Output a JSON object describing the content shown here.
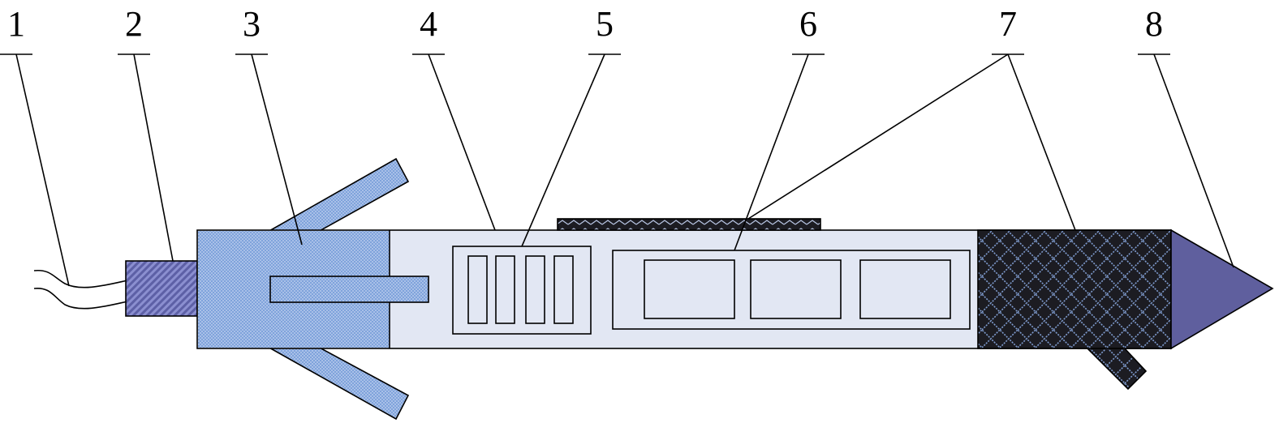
{
  "diagram": {
    "callouts": [
      {
        "id": "1",
        "label": "1"
      },
      {
        "id": "2",
        "label": "2"
      },
      {
        "id": "3",
        "label": "3"
      },
      {
        "id": "4",
        "label": "4"
      },
      {
        "id": "5",
        "label": "5"
      },
      {
        "id": "6",
        "label": "6"
      },
      {
        "id": "7",
        "label": "7"
      },
      {
        "id": "8",
        "label": "8"
      }
    ],
    "colors": {
      "cable": "#000000",
      "connector": "#7b7fc4",
      "tail_fins": "#86a8dc",
      "body": "#e2e7f3",
      "front_mesh": "#1c1c22",
      "nose_cone": "#5f5f9e",
      "outline": "#000000"
    }
  }
}
